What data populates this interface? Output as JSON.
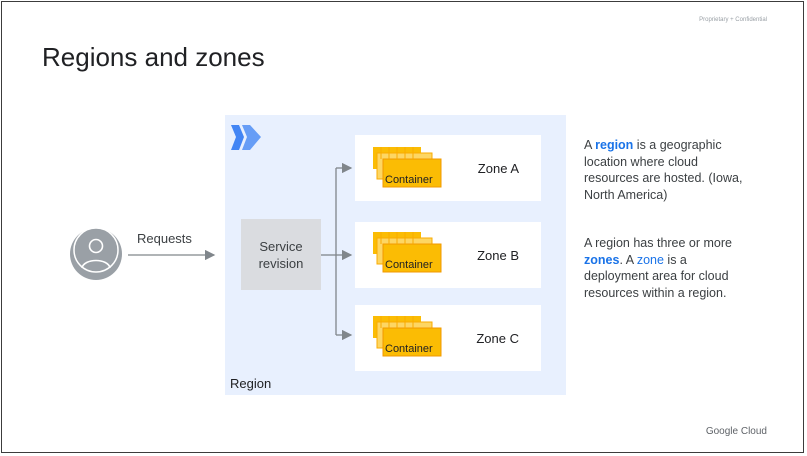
{
  "slide": {
    "confidential": "Proprietary + Confidential",
    "title": "Regions and zones",
    "brand": "Google Cloud"
  },
  "diagram": {
    "requests_label": "Requests",
    "service_line1": "Service",
    "service_line2": "revision",
    "region_label": "Region",
    "zones": [
      {
        "label": "Zone A",
        "container": "Container"
      },
      {
        "label": "Zone B",
        "container": "Container"
      },
      {
        "label": "Zone C",
        "container": "Container"
      }
    ],
    "icons": [
      "user-avatar-icon",
      "cloud-run-logo-icon",
      "container-stack-icon"
    ],
    "colors": {
      "region_bg": "#e8f0fe",
      "service_bg": "#dadce0",
      "container_yellow": "#fbbc04",
      "accent_blue": "#1a73e8"
    }
  },
  "description": {
    "p1_prefix": "A ",
    "p1_term": "region",
    "p1_suffix": " is a geographic location where cloud resources are hosted. (Iowa, North America)",
    "p2_prefix": "A region has three or more ",
    "p2_term1": "zones",
    "p2_mid": ". A ",
    "p2_term2": "zone",
    "p2_suffix": " is a deployment area for cloud resources within a region."
  }
}
